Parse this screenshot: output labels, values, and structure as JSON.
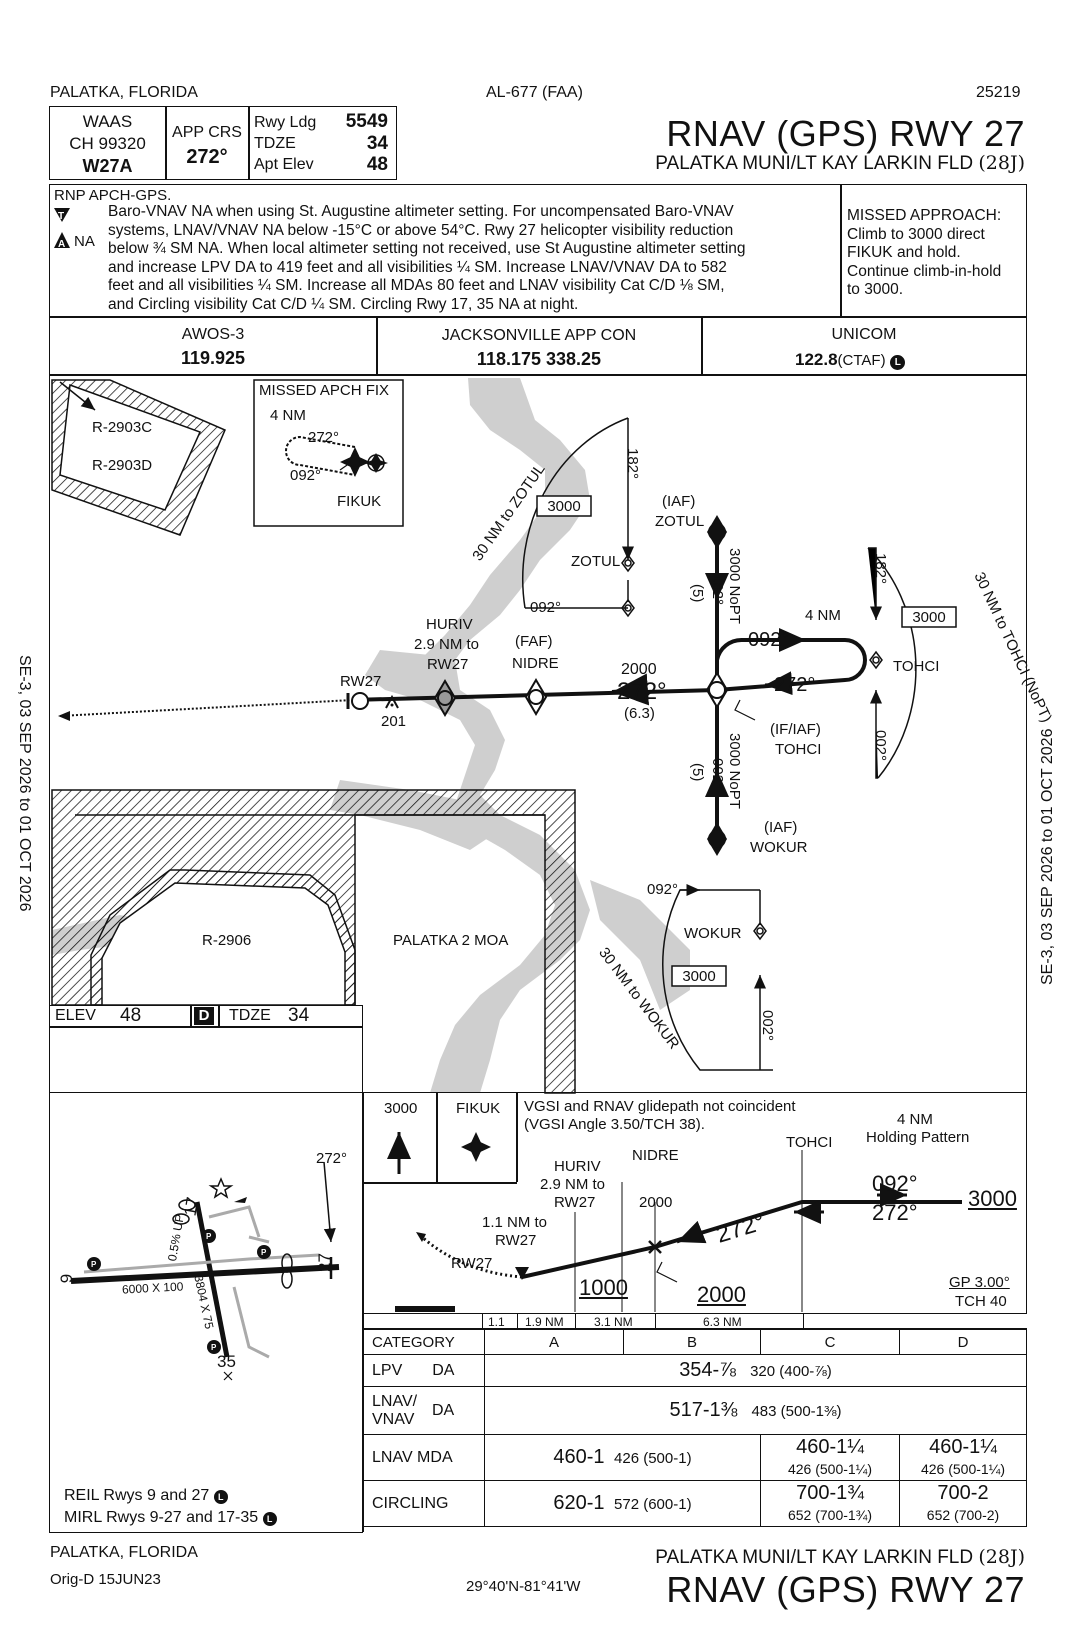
{
  "header": {
    "city": "PALATKA, FLORIDA",
    "al": "AL-677 (FAA)",
    "chart_no": "25219",
    "waas_label": "WAAS",
    "waas_ch": "CH 99320",
    "waas_id": "W27A",
    "app_crs_label": "APP CRS",
    "app_crs": "272°",
    "rwy_ldg_label": "Rwy Ldg",
    "rwy_ldg": "5549",
    "tdze_label": "TDZE",
    "tdze": "34",
    "apt_elev_label": "Apt Elev",
    "apt_elev": "48",
    "title": "RNAV (GPS) RWY 27",
    "airport": "PALATKA MUNI/LT KAY LARKIN FLD",
    "airport_id": "(28J)"
  },
  "notes": {
    "rnp": "RNP APCH-GPS.",
    "na": "NA",
    "lines": [
      "Baro-VNAV NA when using St. Augustine altimeter setting.  For uncompensated Baro-VNAV",
      "systems, LNAV/VNAV NA below -15°C or above 54°C.  Rwy 27 helicopter visibility reduction",
      "below ¾ SM NA.  When local altimeter setting not received, use St Augustine altimeter setting",
      "and increase LPV DA to 419 feet and all visibilities ¼ SM.  Increase LNAV/VNAV DA to 582",
      "feet and all visibilities ¼ SM.  Increase all MDAs 80 feet and LNAV visibility Cat C/D ⅛ SM,",
      "and Circling visibility Cat C/D  ¼ SM.  Circling Rwy 17, 35 NA at night."
    ],
    "missed": [
      "MISSED APPROACH:",
      "Climb to 3000 direct",
      "FIKUK and hold.",
      "Continue climb-in-hold",
      "to 3000."
    ]
  },
  "comms": {
    "awos_label": "AWOS-3",
    "awos": "119.925",
    "app_label": "JACKSONVILLE APP CON",
    "app": "118.175  338.25",
    "unicom_label": "UNICOM",
    "unicom": "122.8",
    "ctaf": "(CTAF)",
    "l": "L"
  },
  "plan": {
    "r2903c": "R-2903C",
    "r2903d": "R-2903D",
    "r2906": "R-2906",
    "moa": "PALATKA 2 MOA",
    "map_title": "MISSED APCH FIX",
    "map_nm": "4 NM",
    "map_in": "272°",
    "map_out": "092°",
    "fikuk": "FIKUK",
    "taa_n_arc": "30 NM to ZOTUL",
    "taa_e_arc": "30 NM to TOHCI (NoPT)",
    "taa_s_arc": "30 NM to WOKUR",
    "taa_alt": "3000",
    "c182": "182°",
    "c092": "092°",
    "c002": "002°",
    "iaf": "(IAF)",
    "zotul": "ZOTUL",
    "tohci": "TOHCI",
    "wokur": "WOKUR",
    "if_iaf": "(IF/IAF)",
    "faf": "(FAF)",
    "nidre": "NIDRE",
    "huriv": "HURIV",
    "huriv_dist": "2.9 NM to",
    "huriv_rw": "RW27",
    "rw27": "RW27",
    "obst": "201",
    "seg_alt": "2000",
    "seg_crs": "272°",
    "seg_dist": "(6.3)",
    "nopt_n": "3000 NoPT",
    "nopt_s": "3000 NoPT",
    "leg5": "(5)",
    "hold_nm": "4 NM",
    "hold_out": "092°",
    "hold_in": "272°"
  },
  "airport": {
    "elev_label": "ELEV",
    "elev": "48",
    "d": "D",
    "tdze_label": "TDZE",
    "tdze": "34",
    "crs": "272°",
    "rwy9": "9",
    "rwy27": "27",
    "rwy17": "17",
    "rwy35": "35",
    "dim1": "6000 X 100",
    "dim2": "3804 X 75",
    "grad": "0.5% UP",
    "reil": "REIL Rwys 9 and 27",
    "mirl": "MIRL Rwys 9-27 and 17-35"
  },
  "profile": {
    "alt3000": "3000",
    "fikuk": "FIKUK",
    "vgsi1": "VGSI and RNAV glidepath not coincident",
    "vgsi2": "(VGSI Angle 3.50/TCH 38).",
    "hold1": "4 NM",
    "hold2": "Holding Pattern",
    "tohci": "TOHCI",
    "nidre": "NIDRE",
    "huriv": "HURIV",
    "huriv_d": "2.9 NM to",
    "huriv_rw": "RW27",
    "p11": "1.1 NM to",
    "p11rw": "RW27",
    "rw27": "RW27",
    "a1000": "1000",
    "a2000": "2000",
    "a2000b": "2000",
    "c092": "092°",
    "c272": "272°",
    "c272b": "272°",
    "a3000": "3000",
    "gp": "GP 3.00°",
    "tch": "TCH 40",
    "d1": "1.1",
    "d2": "1.9 NM",
    "d3": "3.1 NM",
    "d4": "6.3 NM"
  },
  "minima": {
    "category": "CATEGORY",
    "cats": [
      "A",
      "B",
      "C",
      "D"
    ],
    "lpv": "LPV",
    "da": "DA",
    "lpv_val": "354-⅞",
    "lpv_haa": "320 (400-⅞)",
    "lnav_vnav": "LNAV/ VNAV",
    "lnav_vnav_val": "517-1⅜",
    "lnav_vnav_haa": "483 (500-1⅜)",
    "lnav_mda": "LNAV MDA",
    "lnav_ab": "460-1",
    "lnav_ab_haa": "426 (500-1)",
    "lnav_c": "460-1¼",
    "lnav_c_haa": "426 (500-1¼)",
    "lnav_d": "460-1¼",
    "lnav_d_haa": "426 (500-1¼)",
    "circling": "CIRCLING",
    "circ_ab": "620-1",
    "circ_ab_haa": "572 (600-1)",
    "circ_c": "700-1¾",
    "circ_c_haa": "652 (700-1¾)",
    "circ_d": "700-2",
    "circ_d_haa": "652 (700-2)"
  },
  "footer": {
    "city": "PALATKA, FLORIDA",
    "orig": "Orig-D  15JUN23",
    "coords": "29°40'N-81°41'W",
    "airport": "PALATKA MUNI/LT KAY LARKIN FLD",
    "airport_id": "(28J)",
    "title": "RNAV (GPS) RWY 27"
  },
  "side": {
    "left": "SE-3,  03 SEP 2026  to  01 OCT 2026",
    "right": "SE-3,  03 SEP 2026  to  01 OCT 2026"
  }
}
